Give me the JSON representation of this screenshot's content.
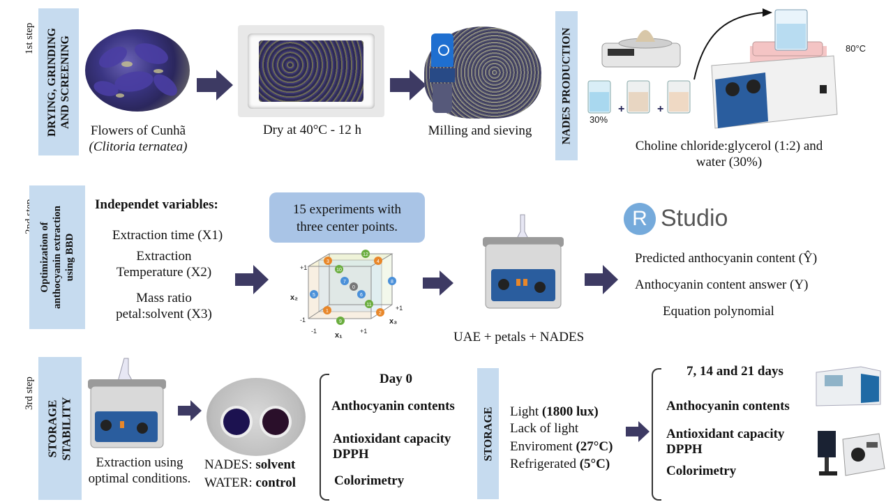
{
  "step1": {
    "step_label": "1st step",
    "bar_line1": "DRYING, GRINDING",
    "bar_line2": "AND SCREENING",
    "flowers_caption_line1": "Flowers of Cunhã",
    "flowers_caption_line2": "(Clitoria ternatea)",
    "dry_caption": "Dry at 40°C - 12 h",
    "milling_caption": "Milling and sieving",
    "nades_bar": "NADES PRODUCTION",
    "beaker_percent": "30%",
    "plus": "+",
    "temp": "80°C",
    "nades_caption_line1": "Choline chloride:glycerol  (1:2) and",
    "nades_caption_line2": "water (30%)"
  },
  "step2": {
    "step_label": "2nd step",
    "bar_line1": "Optimization of",
    "bar_line2": "anthocyanin extraction",
    "bar_line3": "using BBD",
    "vars_title": "Independet variables:",
    "var1": "Extraction time (X1)",
    "var2_line1": "Extraction",
    "var2_line2": "Temperature  (X2)",
    "var3_line1": "Mass ratio",
    "var3_line2": "petal:solvent  (X3)",
    "box_line1": "15 experiments  with",
    "box_line2": "three center points.",
    "uae_caption": "UAE + petals + NADES",
    "rstudio_r": "R",
    "rstudio_word": "Studio",
    "result1": "Predicted anthocyanin  content (Ŷ)",
    "result2": "Anthocyanin  content answer (Y)",
    "result3": "Equation polynomial",
    "cube": {
      "x1": "x₁",
      "x2": "x₂",
      "x3": "x₃",
      "plus1": "+1",
      "minus1": "-1",
      "points": [
        "1",
        "2",
        "3",
        "4",
        "5",
        "6",
        "7",
        "8",
        "9",
        "10",
        "11",
        "12",
        "0"
      ]
    }
  },
  "step3": {
    "step_label": "3rd step",
    "bar_line1": "STORAGE",
    "bar_line2": "STABILITY",
    "extract_caption_line1": "Extraction using",
    "extract_caption_line2": "optimal conditions.",
    "nades_label": "NADES:",
    "nades_value": "solvent",
    "water_label": "WATER:",
    "water_value": "control",
    "day0": "Day 0",
    "d0_item1": "Anthocyanin  contents",
    "d0_item2_line1": "Antioxidant capacity",
    "d0_item2_line2": "DPPH",
    "d0_item3": "Colorimetry",
    "storage_bar": "STORAGE",
    "cond1_label": "Light",
    "cond1_value": "(1800 lux)",
    "cond2_label": "Lack of light",
    "cond3_label": "Enviroment",
    "cond3_value": "(27°C)",
    "cond4_label": "Refrigerated",
    "cond4_value": "(5°C)",
    "days": "7, 14 and 21 days",
    "d_item1": "Anthocyanin contents",
    "d_item2_line1": "Antioxidant  capacity",
    "d_item2_line2": "DPPH",
    "d_item3": "Colorimetry"
  },
  "colors": {
    "bar": "#c6dbef",
    "arrow": "#3d3a63",
    "box": "#a9c4e6"
  }
}
